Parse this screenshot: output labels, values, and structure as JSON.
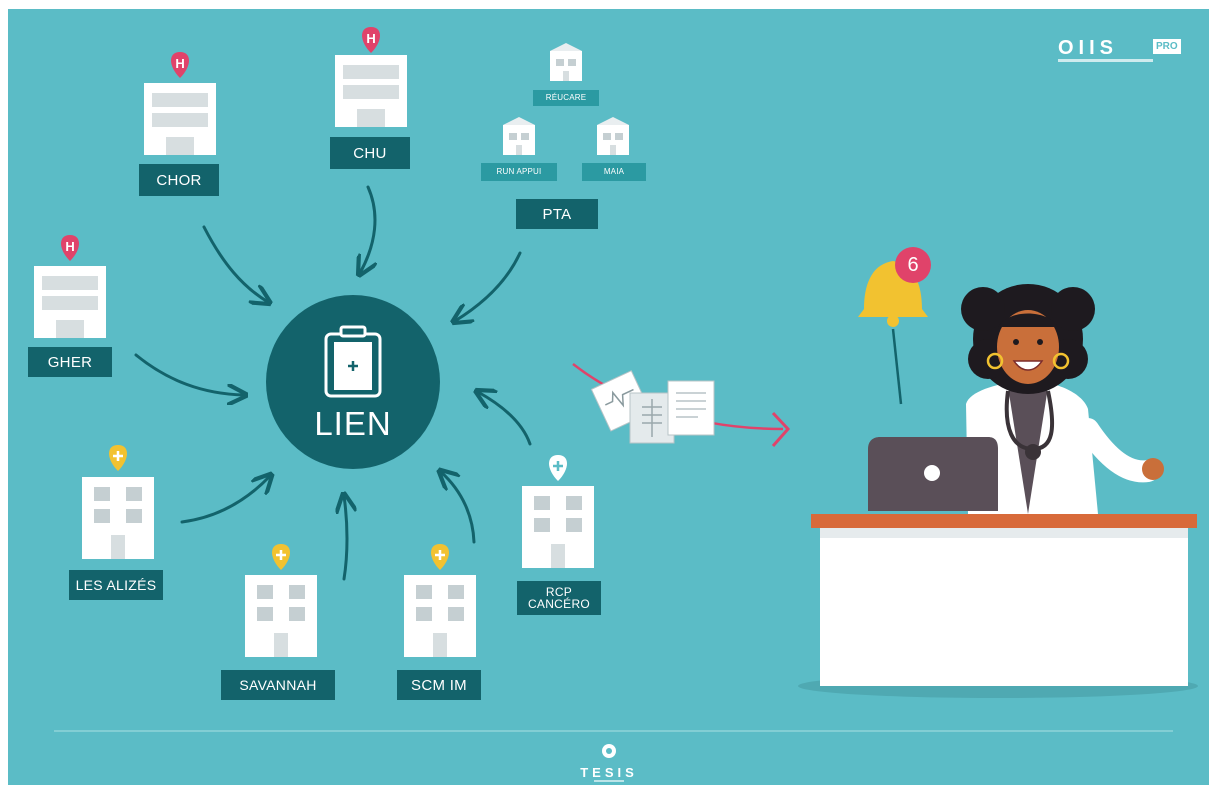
{
  "hub": {
    "label": "LIEN"
  },
  "nodes": {
    "chor": "CHOR",
    "chu": "CHU",
    "pta": "PTA",
    "reucare": "RÉUCARE",
    "run_appui": "RUN APPUI",
    "maia": "MAIA",
    "gher": "GHER",
    "les_alizes": "LES ALIZÉS",
    "savannah": "SAVANNAH",
    "scm_im": "SCM IM",
    "rcp_cancero_line1": "RCP",
    "rcp_cancero_line2": "CANCÉRO"
  },
  "notification": {
    "count": "6"
  },
  "logo": {
    "brand": "OIIS",
    "tag": "PRO"
  },
  "footer": {
    "brand": "TESIS"
  },
  "colors": {
    "background": "#5bbcc6",
    "hub": "#13636b",
    "label": "#13636b",
    "hospital_pin": "#e0436a",
    "clinic_pin": "#f2c230",
    "bell": "#f2c230",
    "badge": "#e0436a",
    "arrow_to_doctor": "#e0436a"
  }
}
